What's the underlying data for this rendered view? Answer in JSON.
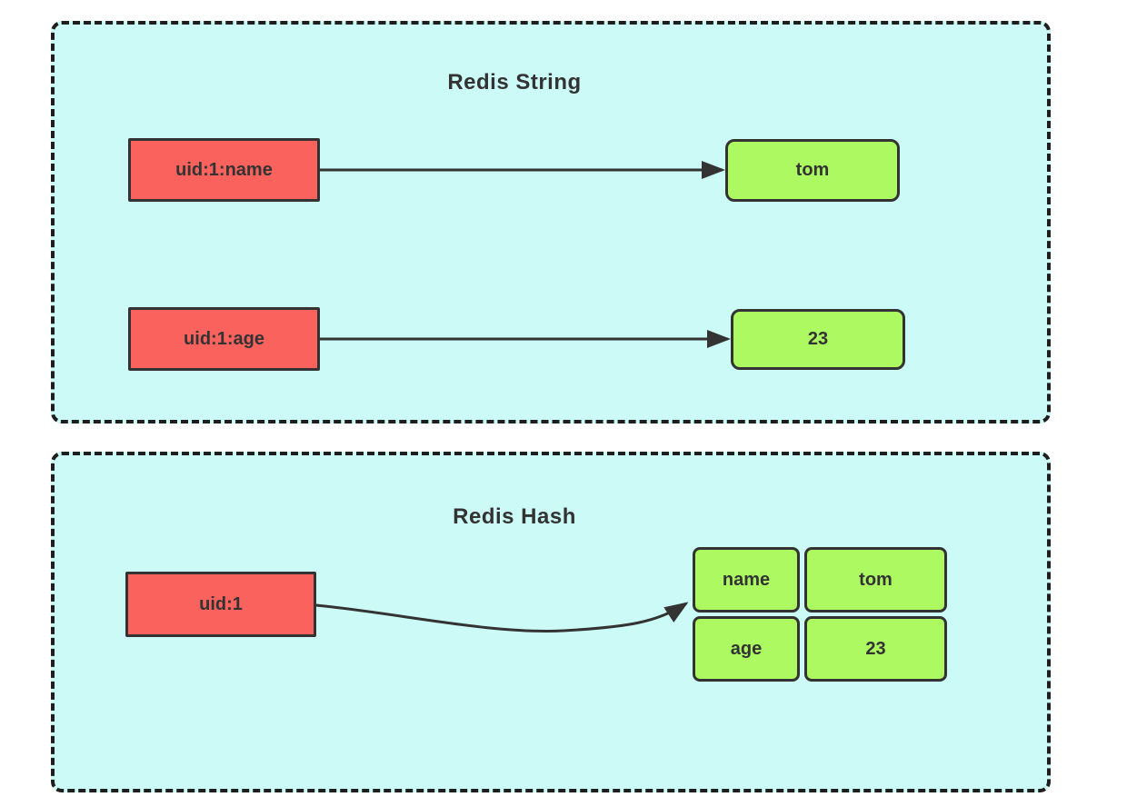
{
  "colors": {
    "panel_bg": "#ccfbf7",
    "panel_border": "#1e1e1e",
    "key_fill": "#fa625e",
    "value_fill": "#acf962",
    "box_border": "#333333",
    "text": "#333333",
    "arrow": "#333333"
  },
  "panels": [
    {
      "title": "Redis String",
      "rows": [
        {
          "key": "uid:1:name",
          "value": "tom"
        },
        {
          "key": "uid:1:age",
          "value": "23"
        }
      ]
    },
    {
      "title": "Redis Hash",
      "key": "uid:1",
      "hash_table": {
        "rows": [
          {
            "field": "name",
            "value": "tom"
          },
          {
            "field": "age",
            "value": "23"
          }
        ]
      }
    }
  ]
}
